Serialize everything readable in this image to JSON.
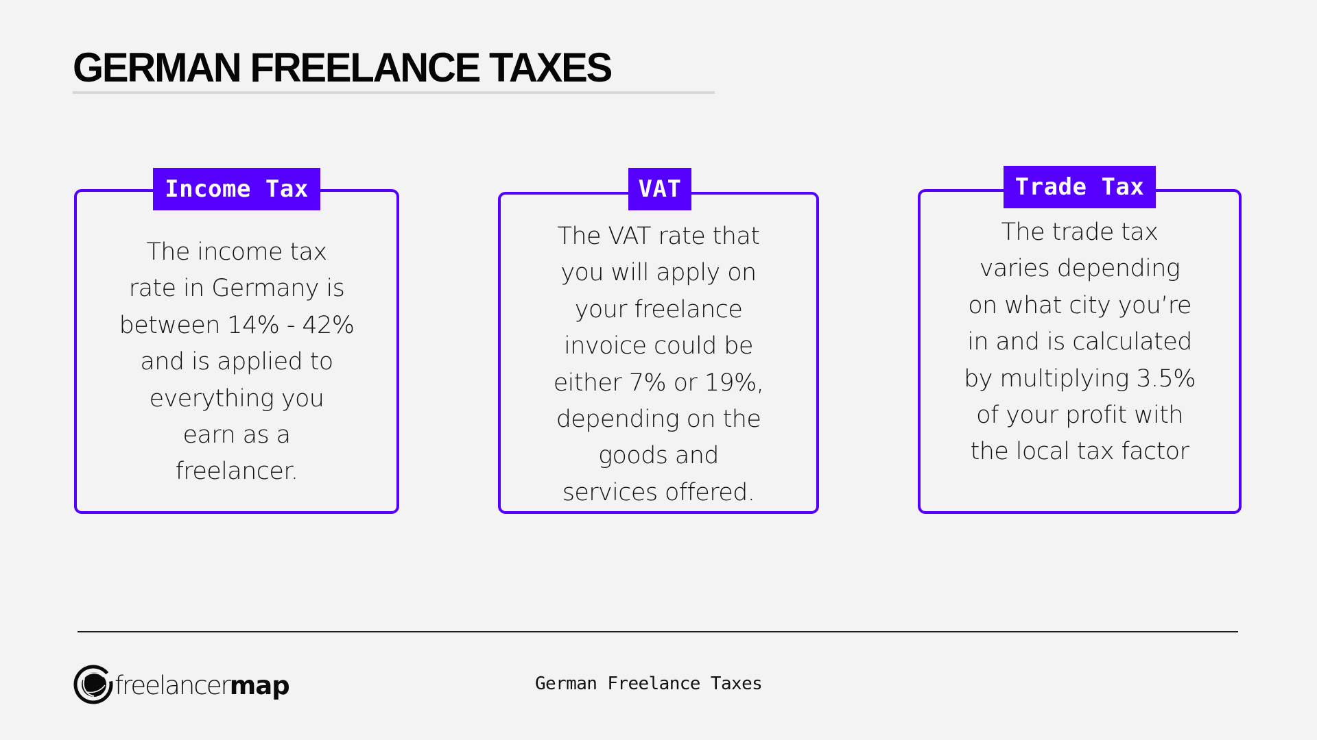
{
  "header": {
    "title": "GERMAN FREELANCE TAXES"
  },
  "accent_color": "#5500ff",
  "cards": [
    {
      "badge": "Income Tax",
      "lines": [
        "The income tax",
        "rate in Germany is",
        "between 14% - 42%",
        "and is applied to",
        "everything you",
        "earn as a",
        "freelancer."
      ]
    },
    {
      "badge": "VAT",
      "lines": [
        "The VAT rate that",
        "you will apply on",
        "your freelance",
        "invoice could be",
        "either 7% or 19%,",
        "depending on the",
        "goods and",
        "services offered."
      ]
    },
    {
      "badge": "Trade Tax",
      "lines": [
        "The trade tax",
        "varies depending",
        "on what city you’re",
        "in and is calculated",
        "by multiplying 3.5%",
        "of your profit with",
        "the local tax factor"
      ]
    }
  ],
  "footer": {
    "logo": {
      "icon": "freelancermap-logo-icon",
      "text_light": "freelancer",
      "text_bold": "map"
    },
    "caption": "German Freelance Taxes"
  }
}
